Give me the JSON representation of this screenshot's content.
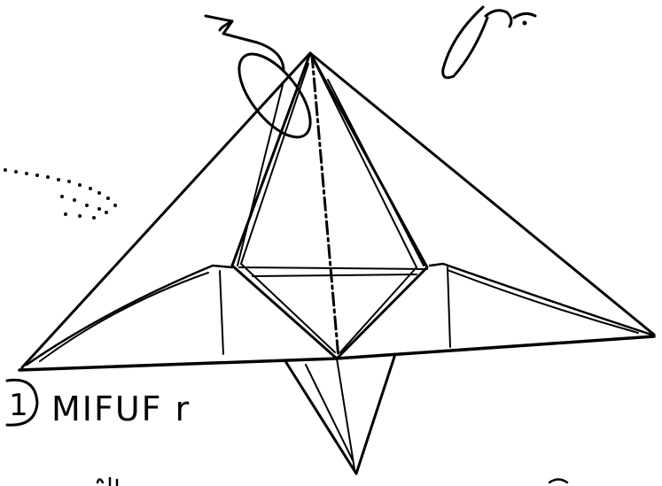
{
  "diagram": {
    "step_number": "1",
    "step_label": "MIFUF r",
    "ink_color": "#000000",
    "background_color": "#ffffff",
    "icons": {
      "turn_over": "curved-rotation-arrow",
      "fold_guide": "dotted-guide-line",
      "signature": "handwritten-signature"
    }
  }
}
